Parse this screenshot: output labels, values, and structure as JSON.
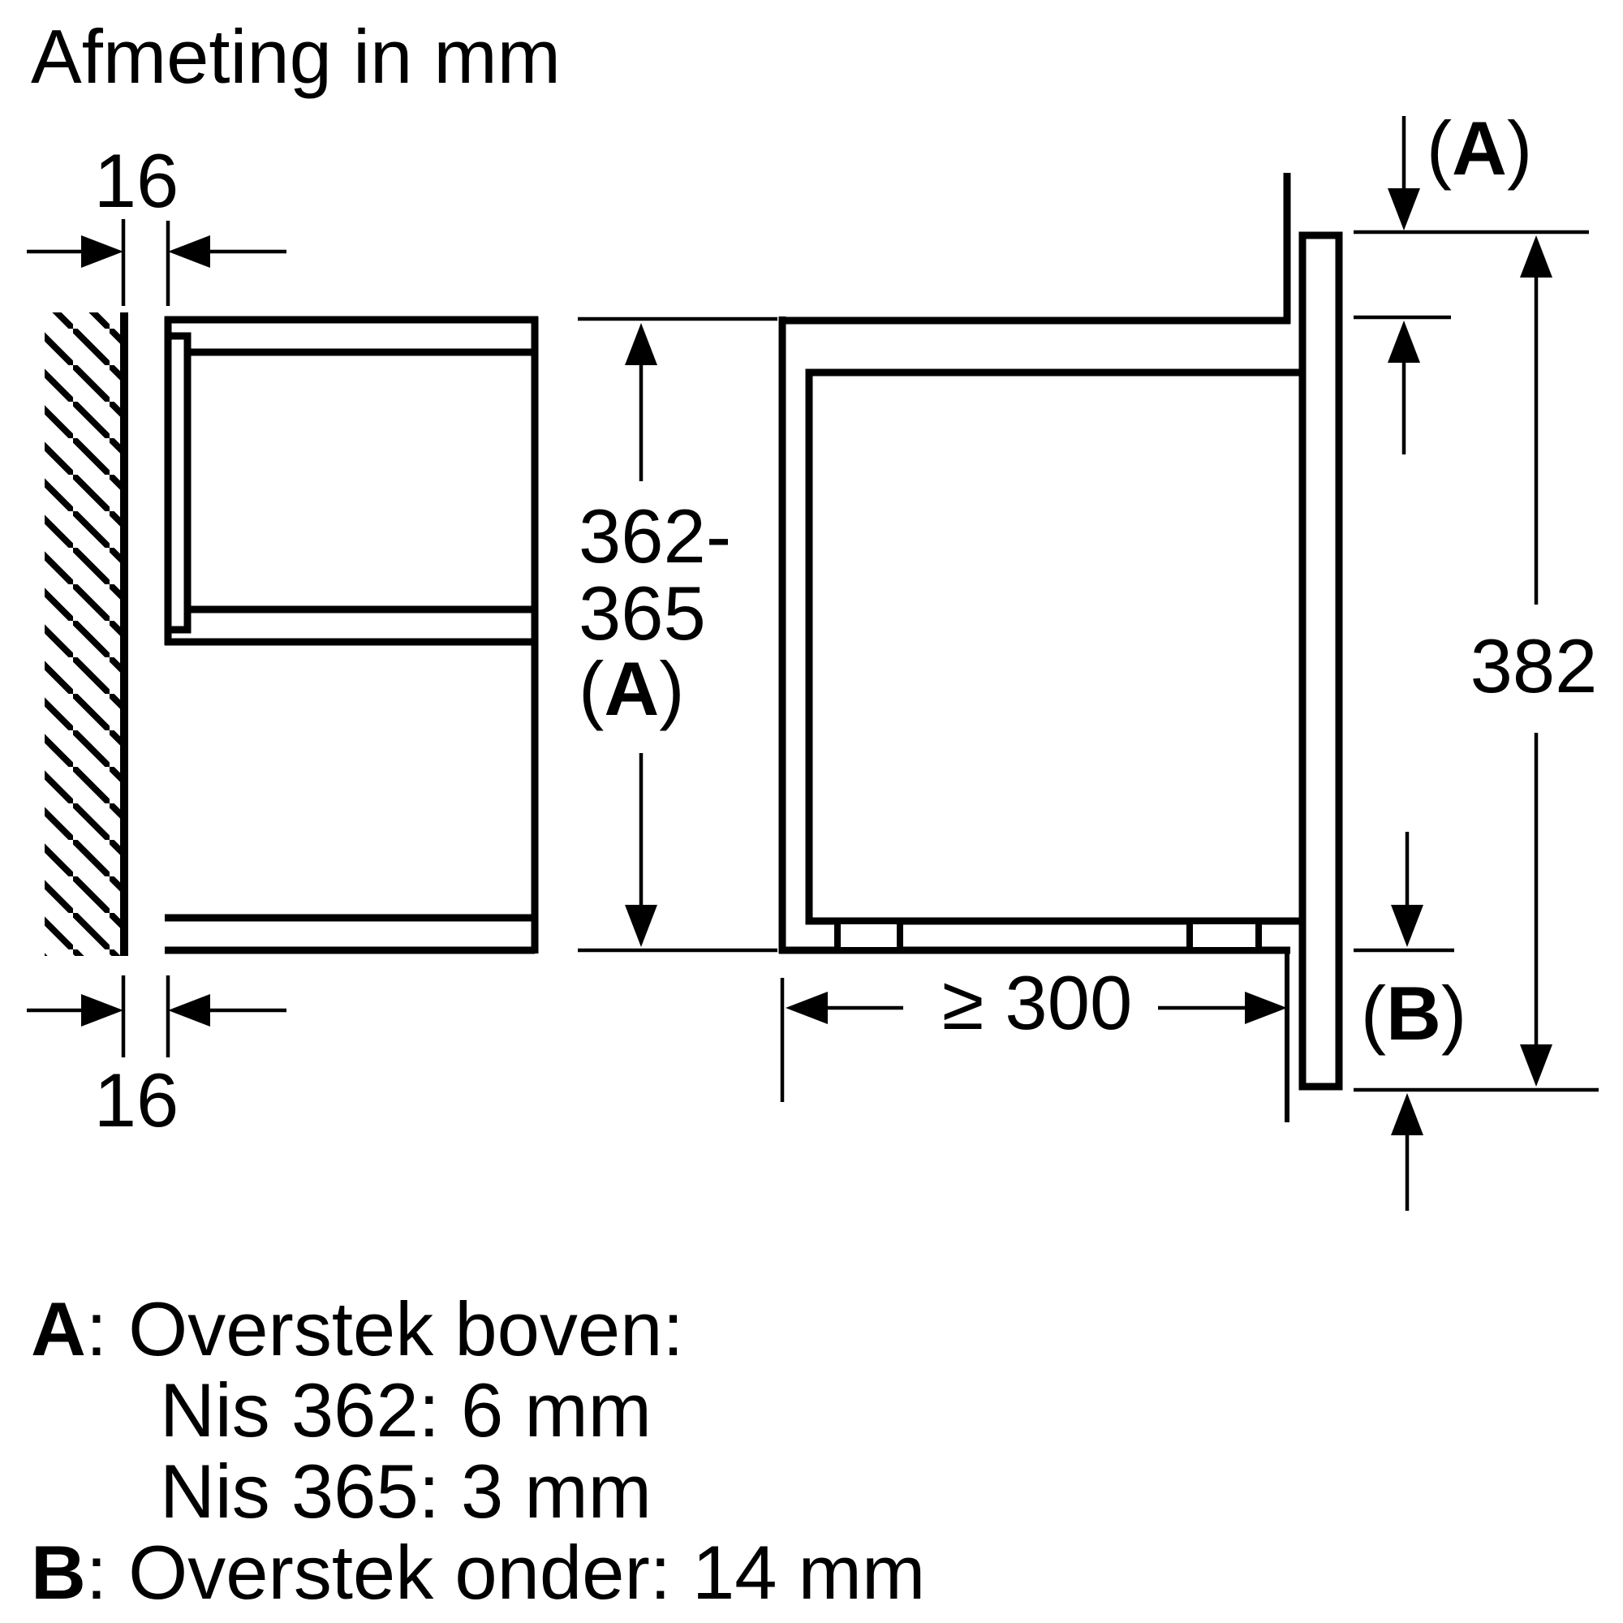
{
  "meta": {
    "paper": "#ffffff",
    "ink": "#000000"
  },
  "title": "Afmeting in mm",
  "labels": {
    "gap_top": "16",
    "gap_bottom": "16",
    "niche_height_l1": "362-",
    "niche_height_l2": "365",
    "paren_open": "(",
    "paren_close": ")",
    "letter_a": "A",
    "letter_b": "B",
    "front_height": "382",
    "min_depth": "≥ 300"
  },
  "legend": {
    "row_a_key": "A",
    "row_a_text": ": Overstek boven:",
    "row_a_sub1": "Nis 362: 6 mm",
    "row_a_sub2": "Nis 365: 3 mm",
    "row_b_key": "B",
    "row_b_text": ": Overstek onder: 14 mm"
  }
}
